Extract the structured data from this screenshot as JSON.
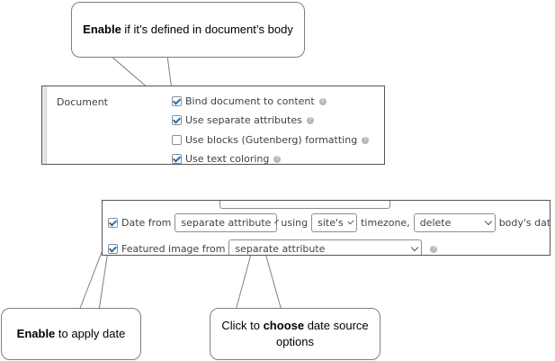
{
  "top_callout": {
    "bold": "Enable",
    "rest": " if it’s defined in document’s body"
  },
  "document_panel": {
    "label": "Document",
    "options": [
      {
        "label": "Bind document to content",
        "checked": true
      },
      {
        "label": "Use separate attributes",
        "checked": true
      },
      {
        "label": "Use blocks (Gutenberg) formatting",
        "checked": false
      },
      {
        "label": "Use text coloring",
        "checked": true
      }
    ]
  },
  "date_row": {
    "prefix": "Date from",
    "source_value": "separate attribute",
    "using": "using",
    "timezone_value": "site's",
    "timezone_text": "timezone,",
    "action_value": "delete",
    "suffix": "body's data",
    "checked": true
  },
  "featured_row": {
    "prefix": "Featured image from",
    "source_value": "separate attribute",
    "checked": true
  },
  "callout_left": {
    "bold": "Enable",
    "rest": " to apply date"
  },
  "callout_right": {
    "pre": "Click to ",
    "bold": "choose",
    "rest": " date source options"
  }
}
